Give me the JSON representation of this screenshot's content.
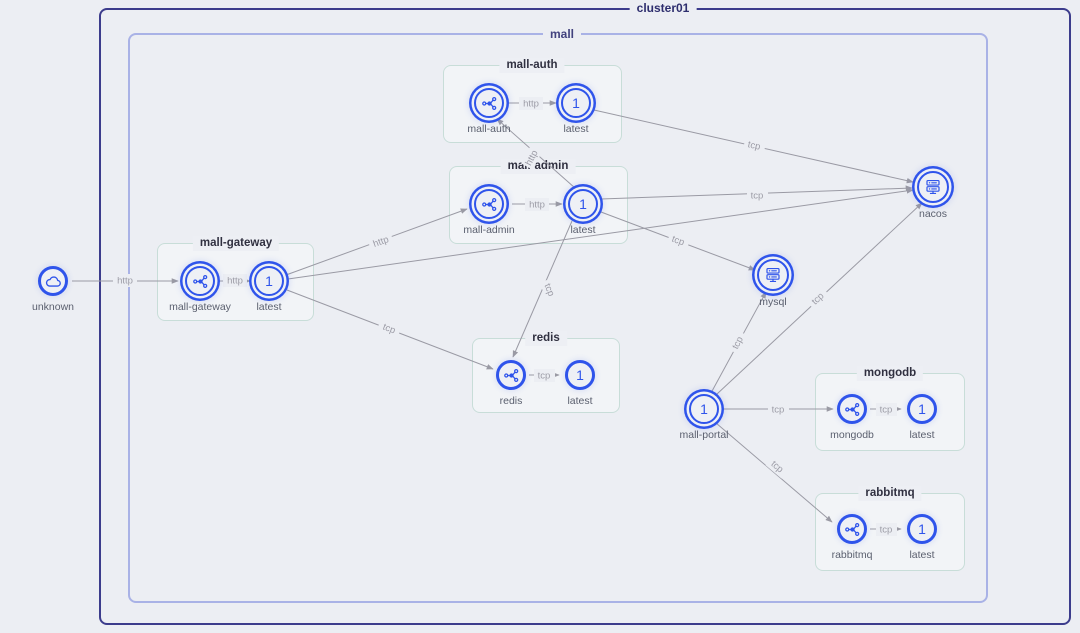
{
  "cluster": {
    "label": "cluster01"
  },
  "namespace": {
    "label": "mall"
  },
  "groups": [
    {
      "id": "mall-auth",
      "label": "mall-auth"
    },
    {
      "id": "mall-admin",
      "label": "mall-admin"
    },
    {
      "id": "mall-gateway",
      "label": "mall-gateway"
    },
    {
      "id": "redis",
      "label": "redis"
    },
    {
      "id": "mongodb",
      "label": "mongodb"
    },
    {
      "id": "rabbitmq",
      "label": "rabbitmq"
    }
  ],
  "nodes": {
    "unknown": {
      "label": "unknown",
      "icon": "cloud-icon"
    },
    "mall_auth_svc": {
      "label": "mall-auth",
      "icon": "share-icon"
    },
    "mall_auth_ver": {
      "label": "latest",
      "icon": "version-badge",
      "value": "1"
    },
    "mall_admin_svc": {
      "label": "mall-admin",
      "icon": "share-icon"
    },
    "mall_admin_ver": {
      "label": "latest",
      "icon": "version-badge",
      "value": "1"
    },
    "mall_gateway_svc": {
      "label": "mall-gateway",
      "icon": "share-icon"
    },
    "mall_gateway_ver": {
      "label": "latest",
      "icon": "version-badge",
      "value": "1"
    },
    "redis_svc": {
      "label": "redis",
      "icon": "share-icon"
    },
    "redis_ver": {
      "label": "latest",
      "icon": "version-badge",
      "value": "1"
    },
    "mongodb_svc": {
      "label": "mongodb",
      "icon": "share-icon"
    },
    "mongodb_ver": {
      "label": "latest",
      "icon": "version-badge",
      "value": "1"
    },
    "rabbitmq_svc": {
      "label": "rabbitmq",
      "icon": "share-icon"
    },
    "rabbitmq_ver": {
      "label": "latest",
      "icon": "version-badge",
      "value": "1"
    },
    "mall_portal": {
      "label": "mall-portal",
      "icon": "version-badge",
      "value": "1"
    },
    "nacos": {
      "label": "nacos",
      "icon": "database-icon"
    },
    "mysql": {
      "label": "mysql",
      "icon": "database-icon"
    }
  },
  "edges": [
    {
      "from": "unknown",
      "to": "mall_gateway_svc",
      "protocol": "http"
    },
    {
      "from": "mall_gateway_svc",
      "to": "mall_gateway_ver",
      "protocol": "http"
    },
    {
      "from": "mall_gateway_ver",
      "to": "mall_admin_svc",
      "protocol": "http"
    },
    {
      "from": "mall_gateway_ver",
      "to": "nacos",
      "protocol": ""
    },
    {
      "from": "mall_gateway_ver",
      "to": "redis_svc",
      "protocol": "tcp"
    },
    {
      "from": "mall_auth_svc",
      "to": "mall_auth_ver",
      "protocol": "http"
    },
    {
      "from": "mall_auth_ver",
      "to": "nacos",
      "protocol": "tcp"
    },
    {
      "from": "mall_admin_svc",
      "to": "mall_admin_ver",
      "protocol": "http"
    },
    {
      "from": "mall_admin_ver",
      "to": "mall_auth_svc",
      "protocol": "http"
    },
    {
      "from": "mall_admin_ver",
      "to": "nacos",
      "protocol": "tcp"
    },
    {
      "from": "mall_admin_ver",
      "to": "mysql",
      "protocol": "tcp"
    },
    {
      "from": "mall_admin_ver",
      "to": "redis_svc",
      "protocol": "tcp"
    },
    {
      "from": "redis_svc",
      "to": "redis_ver",
      "protocol": "tcp"
    },
    {
      "from": "mall_portal",
      "to": "mysql",
      "protocol": "tcp"
    },
    {
      "from": "mall_portal",
      "to": "nacos",
      "protocol": "tcp"
    },
    {
      "from": "mall_portal",
      "to": "mongodb_svc",
      "protocol": "tcp"
    },
    {
      "from": "mall_portal",
      "to": "rabbitmq_svc",
      "protocol": "tcp"
    },
    {
      "from": "mongodb_svc",
      "to": "mongodb_ver",
      "protocol": "tcp"
    },
    {
      "from": "rabbitmq_svc",
      "to": "rabbitmq_ver",
      "protocol": "tcp"
    }
  ],
  "colors": {
    "node_blue": "#2f54eb",
    "cluster_border": "#3c3c8c",
    "namespace_border": "#a9b2e6",
    "group_border": "#c8ddd8",
    "edge_gray": "#9a9aa4",
    "background": "#eceef3"
  }
}
